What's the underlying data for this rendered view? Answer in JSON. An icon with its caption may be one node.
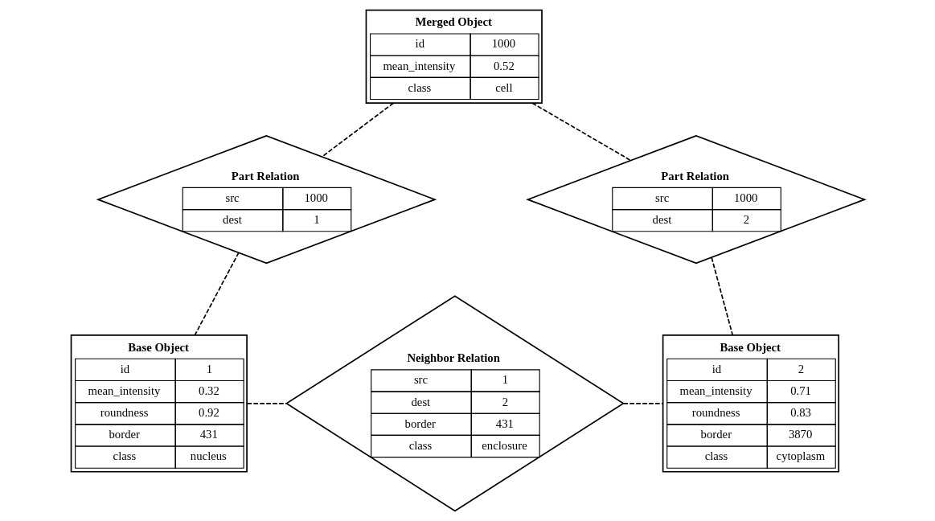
{
  "diagram": {
    "nodes": [
      {
        "text": [
          "Merged Object",
          "id",
          "1000",
          "mean_intensity",
          "0.52",
          "class",
          "cell"
        ]
      },
      {
        "text": [
          "Part Relation",
          "src",
          "1000",
          "dest",
          "1"
        ]
      },
      {
        "text": [
          "Part Relation",
          "src",
          "1000",
          "dest",
          "2"
        ]
      },
      {
        "text": [
          "Base Object",
          "id",
          "1",
          "mean_intensity",
          "0.32",
          "roundness",
          "0.92",
          "border",
          "431",
          "class",
          "nucleus"
        ]
      },
      {
        "text": [
          "Neighbor Relation",
          "src",
          "1",
          "dest",
          "2",
          "border",
          "431",
          "class",
          "enclosure"
        ]
      },
      {
        "text": [
          "Base Object",
          "id",
          "2",
          "mean_intensity",
          "0.71",
          "roundness",
          "0.83",
          "border",
          "3870",
          "class",
          "cytoplasm"
        ]
      }
    ],
    "edges": [
      {
        "from": 0,
        "to": 1,
        "arrow": "none",
        "style": "dashed"
      },
      {
        "from": 0,
        "to": 2,
        "arrow": "none",
        "style": "dashed"
      },
      {
        "from": 1,
        "to": 3,
        "arrow": "none",
        "style": "dashed"
      },
      {
        "from": 2,
        "to": 5,
        "arrow": "none",
        "style": "dashed"
      },
      {
        "from": 3,
        "to": 4,
        "arrow": "none",
        "style": "dashed"
      },
      {
        "from": 4,
        "to": 5,
        "arrow": "none",
        "style": "dashed"
      }
    ]
  }
}
